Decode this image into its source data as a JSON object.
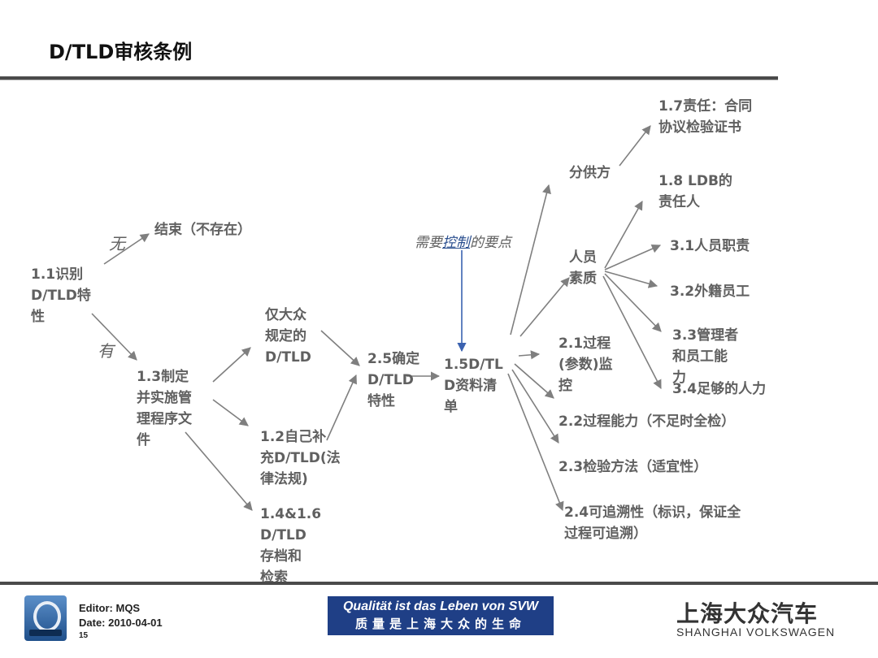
{
  "title": "D/TLD审核条例",
  "edge_labels": {
    "none": "无",
    "yes": "有"
  },
  "need_control": {
    "prefix": "需要",
    "highlight": "控制",
    "suffix": "的要点"
  },
  "nodes": {
    "n11": "1.1识别\nD/TLD特\n性",
    "end": "结束（不存在）",
    "n13": "1.3制定\n并实施管\n理程序文\n件",
    "vw": "仅大众\n规定的\nD/TLD",
    "n12": "1.2自己补\n充D/TLD(法\n律法规)",
    "n1416": "1.4&1.6\nD/TLD\n存档和\n检索",
    "n25": "2.5确定\nD/TLD\n特性",
    "n15": "1.5D/TL\nD资料清\n单",
    "sub": "分供方",
    "n17": "1.7责任：合同\n协议检验证书",
    "n18": "1.8 LDB的\n责任人",
    "staff": "人员\n素质",
    "n31": "3.1人员职责",
    "n32": "3.2外籍员工",
    "n33": "3.3管理者\n和员工能\n力",
    "n34": "3.4足够的人力",
    "n21": "2.1过程\n(参数)监\n控",
    "n22": "2.2过程能力（不足时全检）",
    "n23": "2.3检验方法（适宜性）",
    "n24": "2.4可追溯性（标识，保证全\n过程可追溯）"
  },
  "footer": {
    "editor": "Editor: MQS",
    "date": "Date: 2010-04-01",
    "page": "15",
    "slogan_de": "Qualität ist das Leben von SVW",
    "slogan_zh": "质量是上海大众的生命",
    "brand_zh": "上海大众汽车",
    "brand_en": "SHANGHAI VOLKSWAGEN"
  },
  "colors": {
    "arrow": "#7f7f7f",
    "blue_arrow": "#3b62b0",
    "slogan_bg": "#1f3f86",
    "text": "#606060"
  }
}
